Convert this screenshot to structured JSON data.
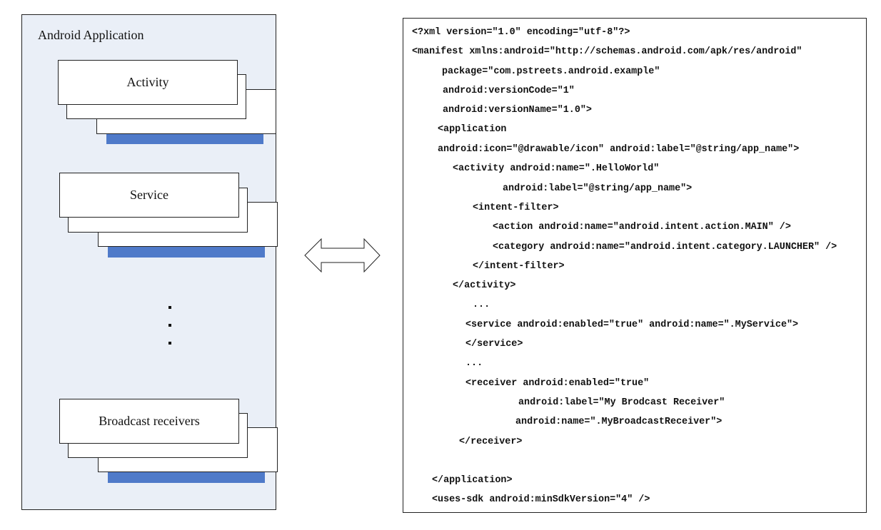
{
  "app_panel": {
    "title": "Android Application",
    "components": [
      "Activity",
      "Service",
      "Broadcast receivers"
    ],
    "ellipsis": "..."
  },
  "code": {
    "lines": [
      "<?xml version=\"1.0\" encoding=\"utf-8\"?>",
      "<manifest xmlns:android=\"http://schemas.android.com/apk/res/android\"",
      "package=\"com.pstreets.android.example\"",
      "android:versionCode=\"1\"",
      "android:versionName=\"1.0\">",
      "<application",
      "android:icon=\"@drawable/icon\" android:label=\"@string/app_name\">",
      "<activity android:name=\".HelloWorld\"",
      "android:label=\"@string/app_name\">",
      "<intent-filter>",
      "<action android:name=\"android.intent.action.MAIN\" />",
      "<category android:name=\"android.intent.category.LAUNCHER\" />",
      "</intent-filter>",
      "</activity>",
      "...",
      "<service android:enabled=\"true\" android:name=\".MyService\">",
      "</service>",
      "...",
      "<receiver android:enabled=\"true\"",
      "android:label=\"My Brodcast Receiver\"",
      "android:name=\".MyBroadcastReceiver\">",
      "</receiver>",
      "</application>",
      "<uses-sdk android:minSdkVersion=\"4\" />"
    ]
  },
  "colors": {
    "panel_fill": "#eaeff7",
    "stack_shadow": "#4f7ac9"
  }
}
